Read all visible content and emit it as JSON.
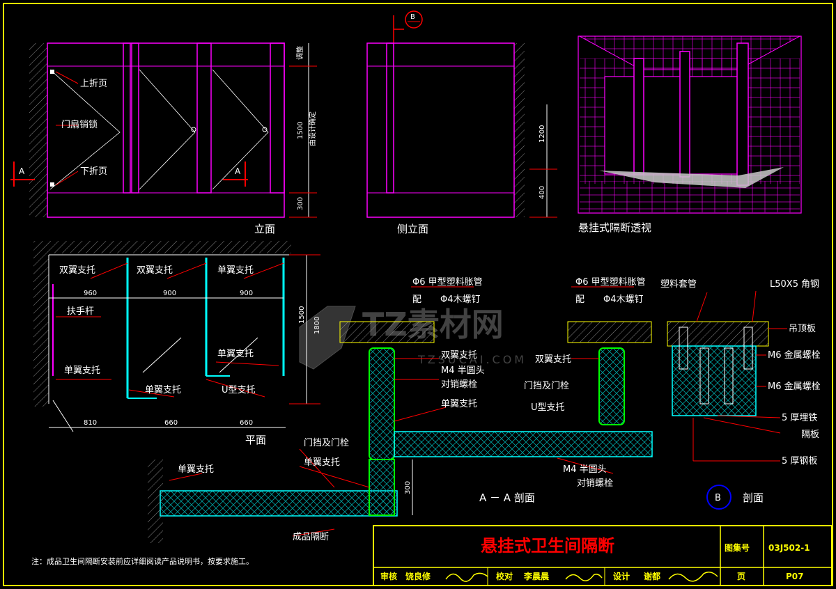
{
  "top_marker": "B",
  "elevation": {
    "title": "立面",
    "section_mark": "A",
    "labels": {
      "upper_hinge": "上折页",
      "door_lock": "门扇销锁",
      "lower_hinge": "下折页"
    },
    "dims": {
      "top": "调整",
      "mid": "1500",
      "mid_note": "由设计确定",
      "bottom": "300"
    }
  },
  "side_elevation": {
    "title": "侧立面",
    "dims": {
      "upper": "1200",
      "lower": "400"
    }
  },
  "perspective": {
    "title": "悬挂式隔断透视"
  },
  "plan": {
    "title": "平面",
    "labels": {
      "dbl1": "双翼支托",
      "dbl2": "双翼支托",
      "sgl_top": "单翼支托",
      "handrail": "扶手杆",
      "sgl_left": "单翼支托",
      "sgl_mid": "单翼支托",
      "sgl_right": "单翼支托",
      "u_bracket": "U型支托"
    },
    "dims": {
      "w1": "960",
      "w2": "900",
      "w3": "900",
      "h1": "1500",
      "h2": "1800",
      "b1": "810",
      "b2": "660",
      "b3": "660"
    }
  },
  "section_aa": {
    "title": "A － A 剖面",
    "labels": {
      "anchor_l": "Φ6 甲型塑料胀管",
      "screw_l_pre": "配",
      "screw_l": "Φ4木螺钉",
      "anchor_r": "Φ6 甲型塑料胀管",
      "screw_r_pre": "配",
      "screw_r": "Φ4木螺钉",
      "dbl_l": "双翼支托",
      "bolt_l": "M4  半圆头",
      "bolt_l2": "对销螺栓",
      "sgl_l": "单翼支托",
      "dbl_r": "双翼支托",
      "stop_r": "门挡及门栓",
      "u_r": "U型支托",
      "bolt_r": "M4  半圆头",
      "bolt_r2": "对销螺栓",
      "sgl_low": "单翼支托",
      "stop_low": "门挡及门栓",
      "sgl_low2": "单翼支托",
      "panel": "成品隔断",
      "dim": "300"
    }
  },
  "section_b": {
    "title": "剖面",
    "mark": "B",
    "labels": {
      "sleeve": "塑料套管",
      "angle": "L50X5",
      "angle2": "角钢",
      "ceiling": "吊顶板",
      "m6a": "M6  金属螺栓",
      "m6b": "M6  金属螺栓",
      "plate5": "5 厚埋铁",
      "panel": "隔板",
      "steel5": "5 厚钢板"
    }
  },
  "note": "注：成品卫生间隔断安装前应详细阅读产品说明书，按要求施工。",
  "title_block": {
    "title": "悬挂式卫生间隔断",
    "atlas_label": "图集号",
    "atlas_no": "03J502-1",
    "review": "审核",
    "reviewer": "饶良修",
    "check": "校对",
    "checker": "李晨晨",
    "design": "设计",
    "designer": "谢都",
    "page_label": "页",
    "page_no": "P07"
  },
  "watermark": {
    "brand": "TZ素材网",
    "url": "TZSUCAI.COM"
  },
  "colors": {
    "background": "#000000",
    "frame": "#ffff00",
    "partition": "#ff00ff",
    "leader": "#ff0000",
    "panel_fill": "#00ffff",
    "text": "#ffffff"
  }
}
